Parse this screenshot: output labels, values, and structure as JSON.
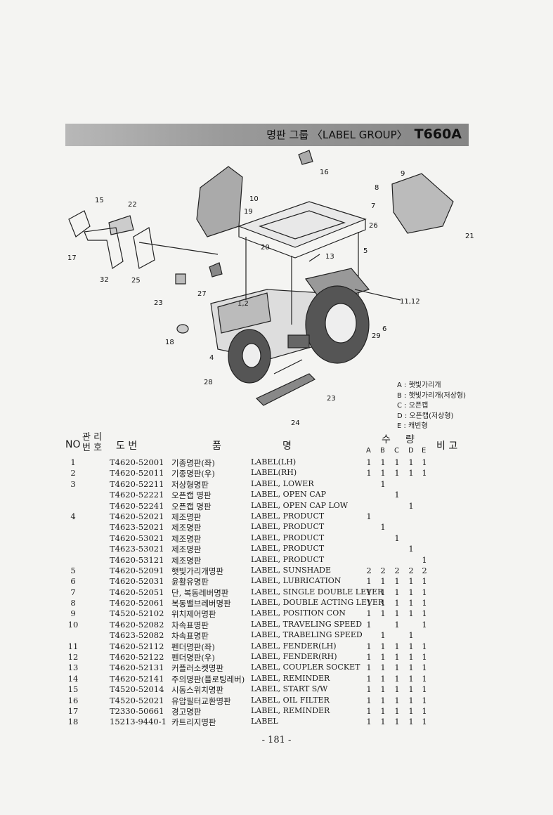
{
  "header": {
    "title": "명판 그룹 〈LABEL GROUP〉",
    "model": "T660A"
  },
  "diagram": {
    "callouts": [
      "16",
      "9",
      "8",
      "7",
      "26",
      "21",
      "10",
      "19",
      "15",
      "22",
      "17",
      "32",
      "25",
      "20",
      "13",
      "5",
      "27",
      "23",
      "1,2",
      "11,12",
      "18",
      "29",
      "6",
      "4",
      "28",
      "23",
      "24"
    ]
  },
  "legend": [
    "A : 햇빛가리개",
    "B : 햇빛가리개(저상형)",
    "C : 오픈캡",
    "D : 오픈캡(저상형)",
    "E : 캐빈형"
  ],
  "table": {
    "headers": {
      "no": "NO",
      "mgmt_top": "관 리",
      "mgmt_bottom": "번 호",
      "part": "도 번",
      "name_left": "품",
      "name_right": "명",
      "qty_left": "수",
      "qty_right": "량",
      "remarks": "비 고",
      "qty_cols": [
        "A",
        "B",
        "C",
        "D",
        "E"
      ]
    },
    "rows": [
      {
        "no": "1",
        "part": "T4620-52001",
        "kr": "기종명판(좌)",
        "en": "LABEL(LH)",
        "q": [
          "1",
          "1",
          "1",
          "1",
          "1"
        ]
      },
      {
        "no": "2",
        "part": "T4620-52011",
        "kr": "기종명판(우)",
        "en": "LABEL(RH)",
        "q": [
          "1",
          "1",
          "1",
          "1",
          "1"
        ]
      },
      {
        "no": "3",
        "part": "T4620-52211",
        "kr": "저상형명판",
        "en": "LABEL, LOWER",
        "q": [
          "",
          "1",
          "",
          "",
          ""
        ]
      },
      {
        "no": "",
        "part": "T4620-52221",
        "kr": "오픈캡 명판",
        "en": "LABEL, OPEN CAP",
        "q": [
          "",
          "",
          "1",
          "",
          ""
        ]
      },
      {
        "no": "",
        "part": "T4620-52241",
        "kr": "오픈캡 명판",
        "en": "LABEL, OPEN CAP LOW",
        "q": [
          "",
          "",
          "",
          "1",
          ""
        ]
      },
      {
        "no": "4",
        "part": "T4620-52021",
        "kr": "제조명판",
        "en": "LABEL, PRODUCT",
        "q": [
          "1",
          "",
          "",
          "",
          ""
        ]
      },
      {
        "no": "",
        "part": "T4623-52021",
        "kr": "제조명판",
        "en": "LABEL, PRODUCT",
        "q": [
          "",
          "1",
          "",
          "",
          ""
        ]
      },
      {
        "no": "",
        "part": "T4620-53021",
        "kr": "제조명판",
        "en": "LABEL, PRODUCT",
        "q": [
          "",
          "",
          "1",
          "",
          ""
        ]
      },
      {
        "no": "",
        "part": "T4623-53021",
        "kr": "제조명판",
        "en": "LABEL, PRODUCT",
        "q": [
          "",
          "",
          "",
          "1",
          ""
        ]
      },
      {
        "no": "",
        "part": "T4620-53121",
        "kr": "제조명판",
        "en": "LABEL, PRODUCT",
        "q": [
          "",
          "",
          "",
          "",
          "1"
        ]
      },
      {
        "no": "5",
        "part": "T4620-52091",
        "kr": "햇빛가리개명판",
        "en": "LABEL, SUNSHADE",
        "q": [
          "2",
          "2",
          "2",
          "2",
          "2"
        ]
      },
      {
        "no": "6",
        "part": "T4620-52031",
        "kr": "윤활유명판",
        "en": "LABEL, LUBRICATION",
        "q": [
          "1",
          "1",
          "1",
          "1",
          "1"
        ]
      },
      {
        "no": "7",
        "part": "T4620-52051",
        "kr": "단, 복동레버명판",
        "en": "LABEL, SINGLE DOUBLE LEVER",
        "q": [
          "1",
          "1",
          "1",
          "1",
          "1"
        ]
      },
      {
        "no": "8",
        "part": "T4620-52061",
        "kr": "복동밸브레버명판",
        "en": "LABEL, DOUBLE ACTING LEVER",
        "q": [
          "1",
          "1",
          "1",
          "1",
          "1"
        ]
      },
      {
        "no": "9",
        "part": "T4520-52102",
        "kr": "위치제어명판",
        "en": "LABEL, POSITION CON",
        "q": [
          "1",
          "1",
          "1",
          "1",
          "1"
        ]
      },
      {
        "no": "10",
        "part": "T4620-52082",
        "kr": "차속표명판",
        "en": "LABEL, TRAVELING SPEED",
        "q": [
          "1",
          "",
          "1",
          "",
          "1"
        ]
      },
      {
        "no": "",
        "part": "T4623-52082",
        "kr": "차속표명판",
        "en": "LABEL, TRABELING SPEED",
        "q": [
          "",
          "1",
          "",
          "1",
          ""
        ]
      },
      {
        "no": "11",
        "part": "T4620-52112",
        "kr": "펜더명판(좌)",
        "en": "LABEL, FENDER(LH)",
        "q": [
          "1",
          "1",
          "1",
          "1",
          "1"
        ]
      },
      {
        "no": "12",
        "part": "T4620-52122",
        "kr": "펜더명판(우)",
        "en": "LABEL, FENDER(RH)",
        "q": [
          "1",
          "1",
          "1",
          "1",
          "1"
        ]
      },
      {
        "no": "13",
        "part": "T4620-52131",
        "kr": "커플러소켓명판",
        "en": "LABEL, COUPLER SOCKET",
        "q": [
          "1",
          "1",
          "1",
          "1",
          "1"
        ]
      },
      {
        "no": "14",
        "part": "T4620-52141",
        "kr": "주의명판(플로팅레버)",
        "en": "LABEL, REMINDER",
        "q": [
          "1",
          "1",
          "1",
          "1",
          "1"
        ]
      },
      {
        "no": "15",
        "part": "T4520-52014",
        "kr": "시동스위치명판",
        "en": "LABEL, START S/W",
        "q": [
          "1",
          "1",
          "1",
          "1",
          "1"
        ]
      },
      {
        "no": "16",
        "part": "T4520-52021",
        "kr": "유압필터교환명판",
        "en": "LABEL, OIL FILTER",
        "q": [
          "1",
          "1",
          "1",
          "1",
          "1"
        ]
      },
      {
        "no": "17",
        "part": "T2330-50661",
        "kr": "경고명판",
        "en": "LABEL, REMINDER",
        "q": [
          "1",
          "1",
          "1",
          "1",
          "1"
        ]
      },
      {
        "no": "18",
        "part": "15213-9440-1",
        "kr": "카트리지명판",
        "en": "LABEL",
        "q": [
          "1",
          "1",
          "1",
          "1",
          "1"
        ]
      }
    ]
  },
  "footer": {
    "page": "- 181 -"
  }
}
